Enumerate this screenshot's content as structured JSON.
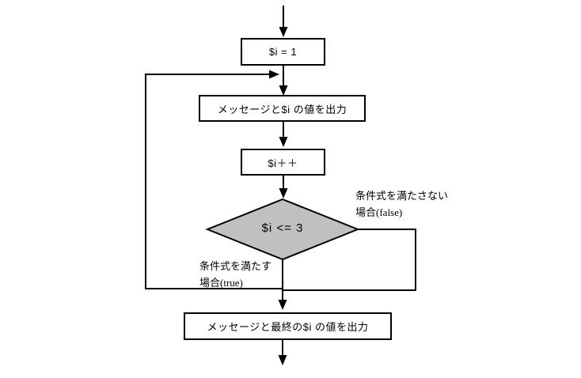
{
  "flow": {
    "nodes": [
      {
        "id": "init",
        "type": "process",
        "label": "$i = 1"
      },
      {
        "id": "output-loop",
        "type": "process",
        "label": "メッセージと$i の値を出力"
      },
      {
        "id": "increment",
        "type": "process",
        "label": "$i＋＋"
      },
      {
        "id": "condition",
        "type": "decision",
        "label": "$i <= 3"
      },
      {
        "id": "output-final",
        "type": "process",
        "label": "メッセージと最終の$i の値を出力"
      }
    ],
    "edge_labels": {
      "false_branch": {
        "line1": "条件式を満たさない",
        "line2_jp": "場合",
        "line2_latin": "(false)"
      },
      "true_branch": {
        "line1": "条件式を満たす",
        "line2_jp": "場合",
        "line2_latin": "(true)"
      }
    },
    "colors": {
      "line": "#000000",
      "decision_fill": "#c0c0c0",
      "process_fill": "#ffffff"
    }
  }
}
